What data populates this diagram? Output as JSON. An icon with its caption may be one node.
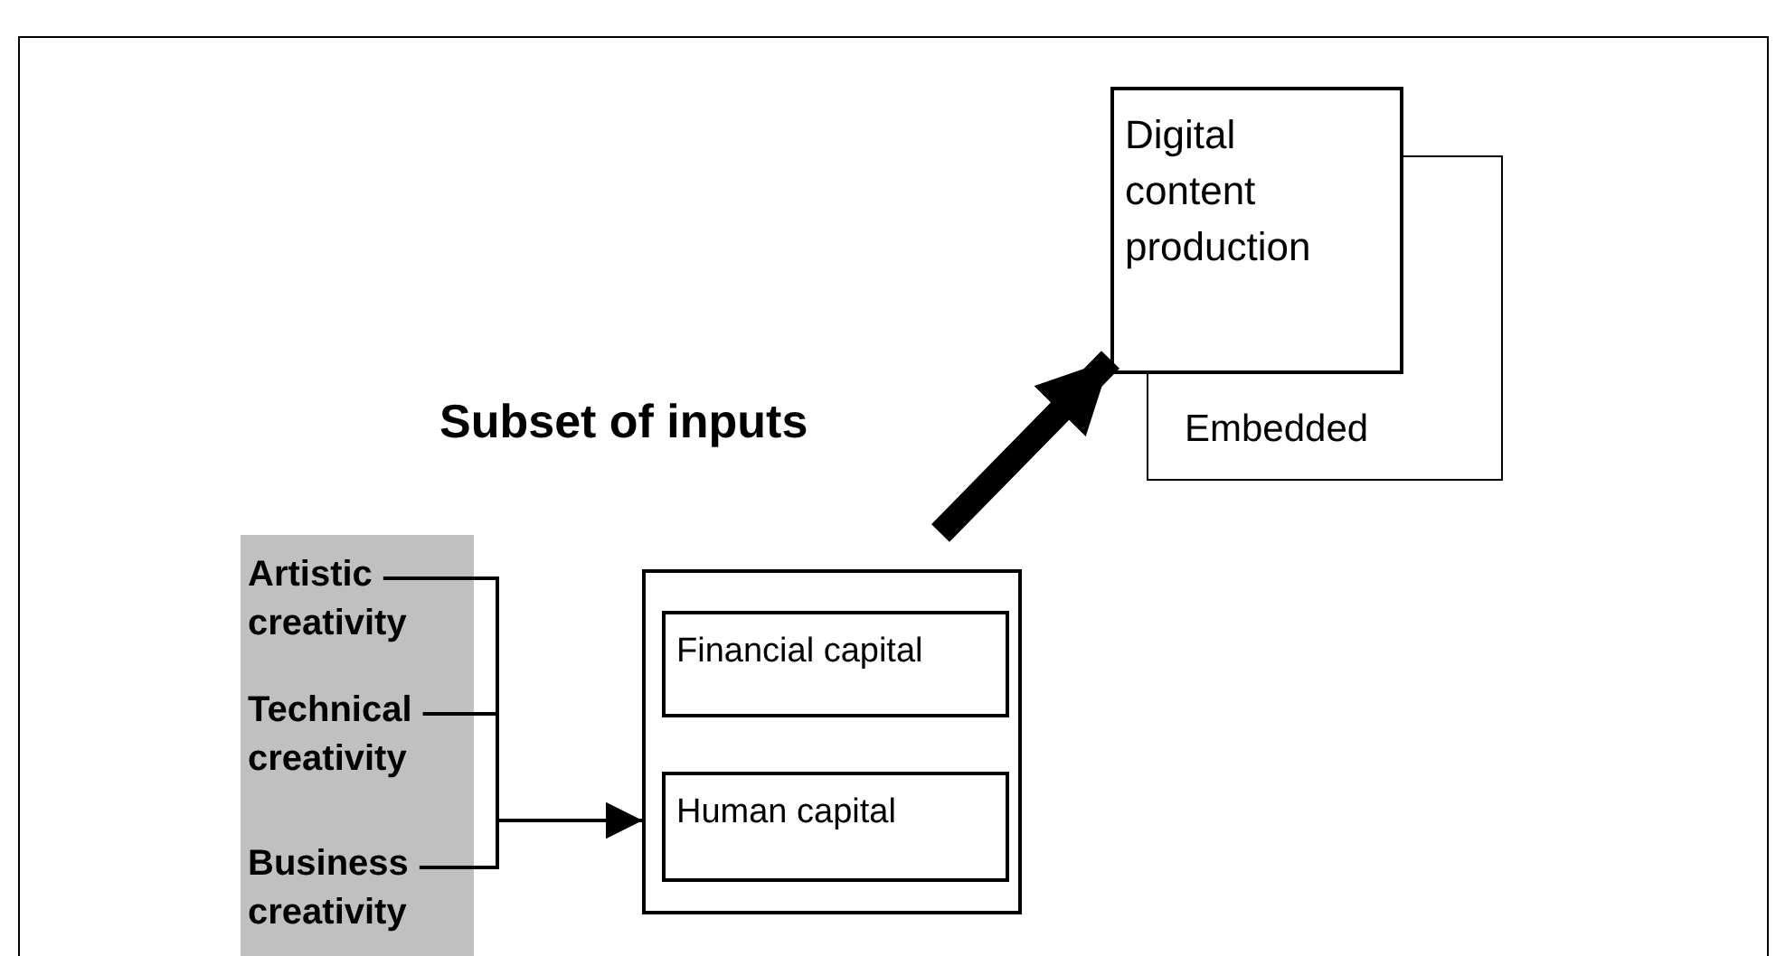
{
  "diagram": {
    "nodes": [
      {
        "text": [],
        "shape": "box"
      },
      {
        "text": [
          "Artistic creativity"
        ],
        "in": 0
      },
      {
        "text": [
          "Technical creativity"
        ],
        "in": 0
      },
      {
        "text": [
          "Business creativity"
        ],
        "in": 0
      },
      {
        "text": [],
        "shape": "box"
      },
      {
        "text": [
          "Financial capital"
        ],
        "in": 4
      },
      {
        "text": [
          "Human capital"
        ],
        "in": 4
      },
      {
        "text": [
          "Embedded"
        ]
      },
      {
        "text": [
          "Digital content production"
        ]
      }
    ],
    "edges": [
      {
        "from": 1,
        "to": 4,
        "arrow": "to"
      },
      {
        "from": 2,
        "to": 4,
        "arrow": "to"
      },
      {
        "from": 3,
        "to": 4,
        "arrow": "to"
      },
      {
        "from": 4,
        "to": 8,
        "arrow": "to",
        "label": "Subset of inputs",
        "style": "thick"
      }
    ]
  }
}
